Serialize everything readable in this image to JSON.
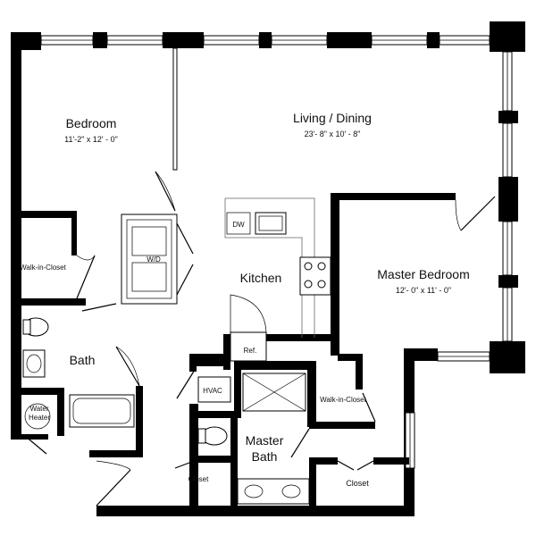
{
  "rooms": {
    "bedroom": {
      "name": "Bedroom",
      "dims": "11'-2\" x 12' - 0\""
    },
    "living": {
      "name": "Living / Dining",
      "dims": "23'- 8\" x 10' - 8\""
    },
    "master_bedroom": {
      "name": "Master Bedroom",
      "dims": "12'- 0\" x 11' - 0\""
    },
    "kitchen": {
      "name": "Kitchen"
    },
    "bath": {
      "name": "Bath"
    },
    "master_bath": {
      "line1": "Master",
      "line2": "Bath"
    },
    "walk_in_closet_1": {
      "name": "Walk-in-Closet"
    },
    "walk_in_closet_2": {
      "name": "Walk-in-Closet"
    },
    "closet_1": {
      "name": "Closet"
    },
    "closet_2": {
      "name": "Closet"
    },
    "water_heater": {
      "line1": "Water",
      "line2": "Heater"
    }
  },
  "fixtures": {
    "dishwasher": "DW",
    "washer_dryer": "W/D",
    "refrigerator": "Ref.",
    "hvac": "HVAC"
  },
  "colors": {
    "wall": "#000000",
    "background": "#ffffff"
  }
}
